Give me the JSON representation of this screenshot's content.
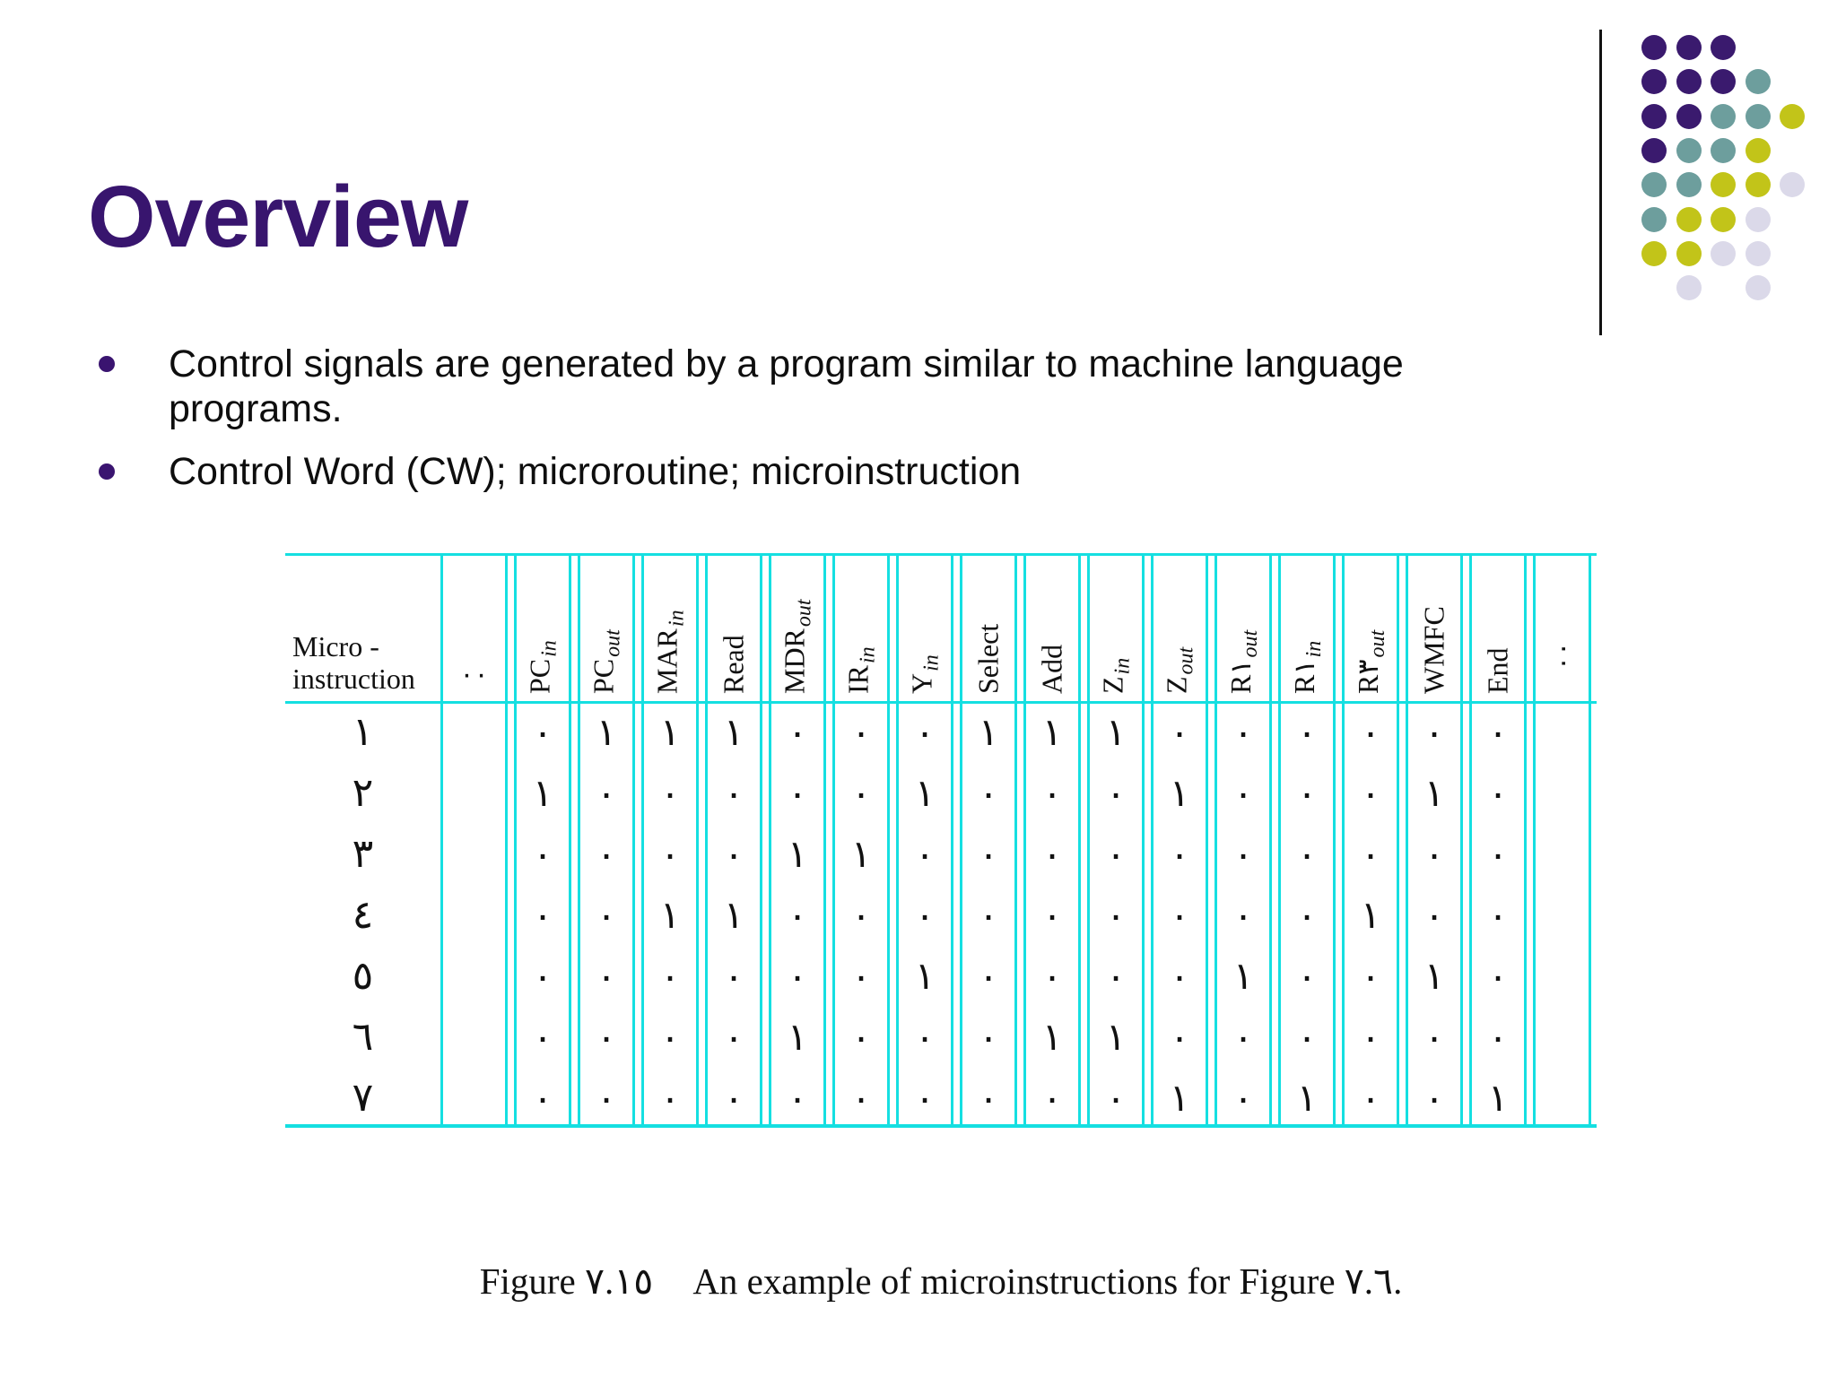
{
  "slide": {
    "title": "Overview",
    "bullets": [
      "Control signals are generated by a program similar to machine language programs.",
      "Control Word (CW); microroutine; microinstruction"
    ],
    "caption": {
      "part1": "Figure ٧.١٥",
      "part2": "An example of microinstructions for Figure ٧.٦."
    }
  },
  "table": {
    "corner_label_line1": "Micro -",
    "corner_label_line2": "instruction",
    "left_dots": "٠٠",
    "right_dots": "٠٠",
    "columns": [
      {
        "main": "PC",
        "sub": "in"
      },
      {
        "main": "PC",
        "sub": "out"
      },
      {
        "main": "MAR",
        "sub": "in"
      },
      {
        "main": "Read",
        "sub": ""
      },
      {
        "main": "MDR",
        "sub": "out"
      },
      {
        "main": "IR",
        "sub": "in"
      },
      {
        "main": "Y",
        "sub": "in"
      },
      {
        "main": "Select",
        "sub": ""
      },
      {
        "main": "Add",
        "sub": ""
      },
      {
        "main": "Z",
        "sub": "in"
      },
      {
        "main": "Z",
        "sub": "out"
      },
      {
        "main": "R١",
        "sub": "out"
      },
      {
        "main": "R١",
        "sub": "in"
      },
      {
        "main": "R٣",
        "sub": "out"
      },
      {
        "main": "WMFC",
        "sub": ""
      },
      {
        "main": "End",
        "sub": ""
      }
    ],
    "rows": [
      {
        "label": "١",
        "values": [
          "٠",
          "١",
          "١",
          "١",
          "٠",
          "٠",
          "٠",
          "١",
          "١",
          "١",
          "٠",
          "٠",
          "٠",
          "٠",
          "٠",
          "٠"
        ]
      },
      {
        "label": "٢",
        "values": [
          "١",
          "٠",
          "٠",
          "٠",
          "٠",
          "٠",
          "١",
          "٠",
          "٠",
          "٠",
          "١",
          "٠",
          "٠",
          "٠",
          "١",
          "٠"
        ]
      },
      {
        "label": "٣",
        "values": [
          "٠",
          "٠",
          "٠",
          "٠",
          "١",
          "١",
          "٠",
          "٠",
          "٠",
          "٠",
          "٠",
          "٠",
          "٠",
          "٠",
          "٠",
          "٠"
        ]
      },
      {
        "label": "٤",
        "values": [
          "٠",
          "٠",
          "١",
          "١",
          "٠",
          "٠",
          "٠",
          "٠",
          "٠",
          "٠",
          "٠",
          "٠",
          "٠",
          "١",
          "٠",
          "٠"
        ]
      },
      {
        "label": "٥",
        "values": [
          "٠",
          "٠",
          "٠",
          "٠",
          "٠",
          "٠",
          "١",
          "٠",
          "٠",
          "٠",
          "٠",
          "١",
          "٠",
          "٠",
          "١",
          "٠"
        ]
      },
      {
        "label": "٦",
        "values": [
          "٠",
          "٠",
          "٠",
          "٠",
          "١",
          "٠",
          "٠",
          "٠",
          "١",
          "١",
          "٠",
          "٠",
          "٠",
          "٠",
          "٠",
          "٠"
        ]
      },
      {
        "label": "٧",
        "values": [
          "٠",
          "٠",
          "٠",
          "٠",
          "٠",
          "٠",
          "٠",
          "٠",
          "٠",
          "٠",
          "١",
          "٠",
          "١",
          "٠",
          "٠",
          "١"
        ]
      }
    ]
  },
  "decor": {
    "pattern": [
      [
        "P",
        "P",
        "P",
        "",
        ""
      ],
      [
        "P",
        "P",
        "P",
        "T",
        ""
      ],
      [
        "P",
        "P",
        "T",
        "T",
        "Y"
      ],
      [
        "P",
        "T",
        "T",
        "Y",
        ""
      ],
      [
        "T",
        "T",
        "Y",
        "Y",
        "L"
      ],
      [
        "T",
        "Y",
        "Y",
        "L",
        ""
      ],
      [
        "Y",
        "Y",
        "L",
        "L",
        ""
      ],
      [
        "",
        "L",
        "",
        "L",
        ""
      ]
    ],
    "colors": {
      "P": "#3A1A6E",
      "T": "#6D9E9D",
      "Y": "#C2C419",
      "L": "#DBD9E9"
    }
  },
  "colors": {
    "table_line_cyan": "#15DFE1",
    "title_purple": "#38156E",
    "bullet_purple": "#3A1470",
    "decor_line_black": "#121212"
  }
}
